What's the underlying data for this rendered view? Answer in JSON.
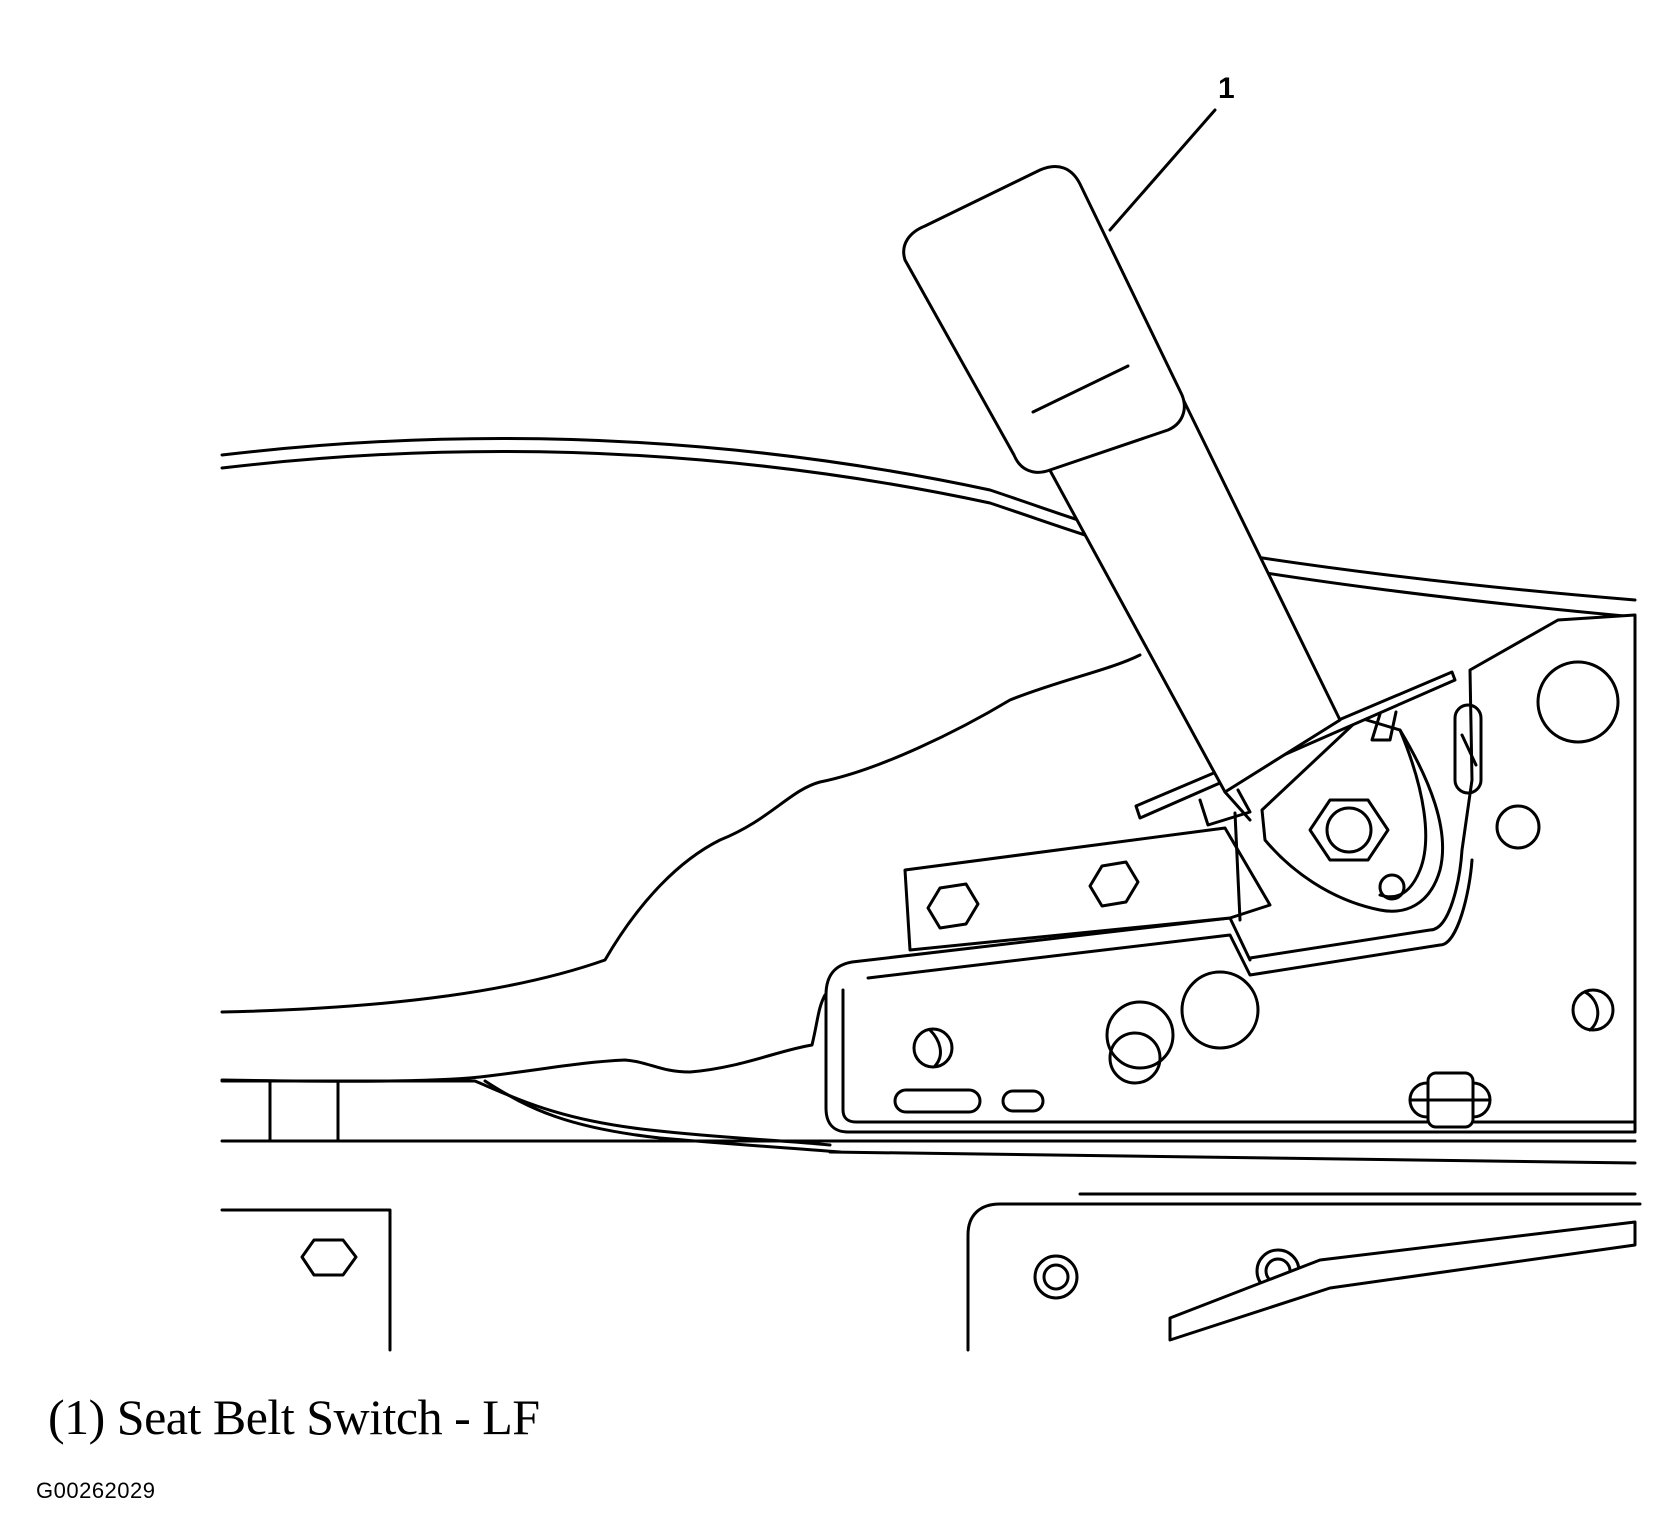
{
  "callout": {
    "number": "1"
  },
  "caption": {
    "text": "(1) Seat Belt Switch - LF"
  },
  "figure_id": "G00262029",
  "colors": {
    "line": "#000000",
    "background": "#ffffff"
  }
}
